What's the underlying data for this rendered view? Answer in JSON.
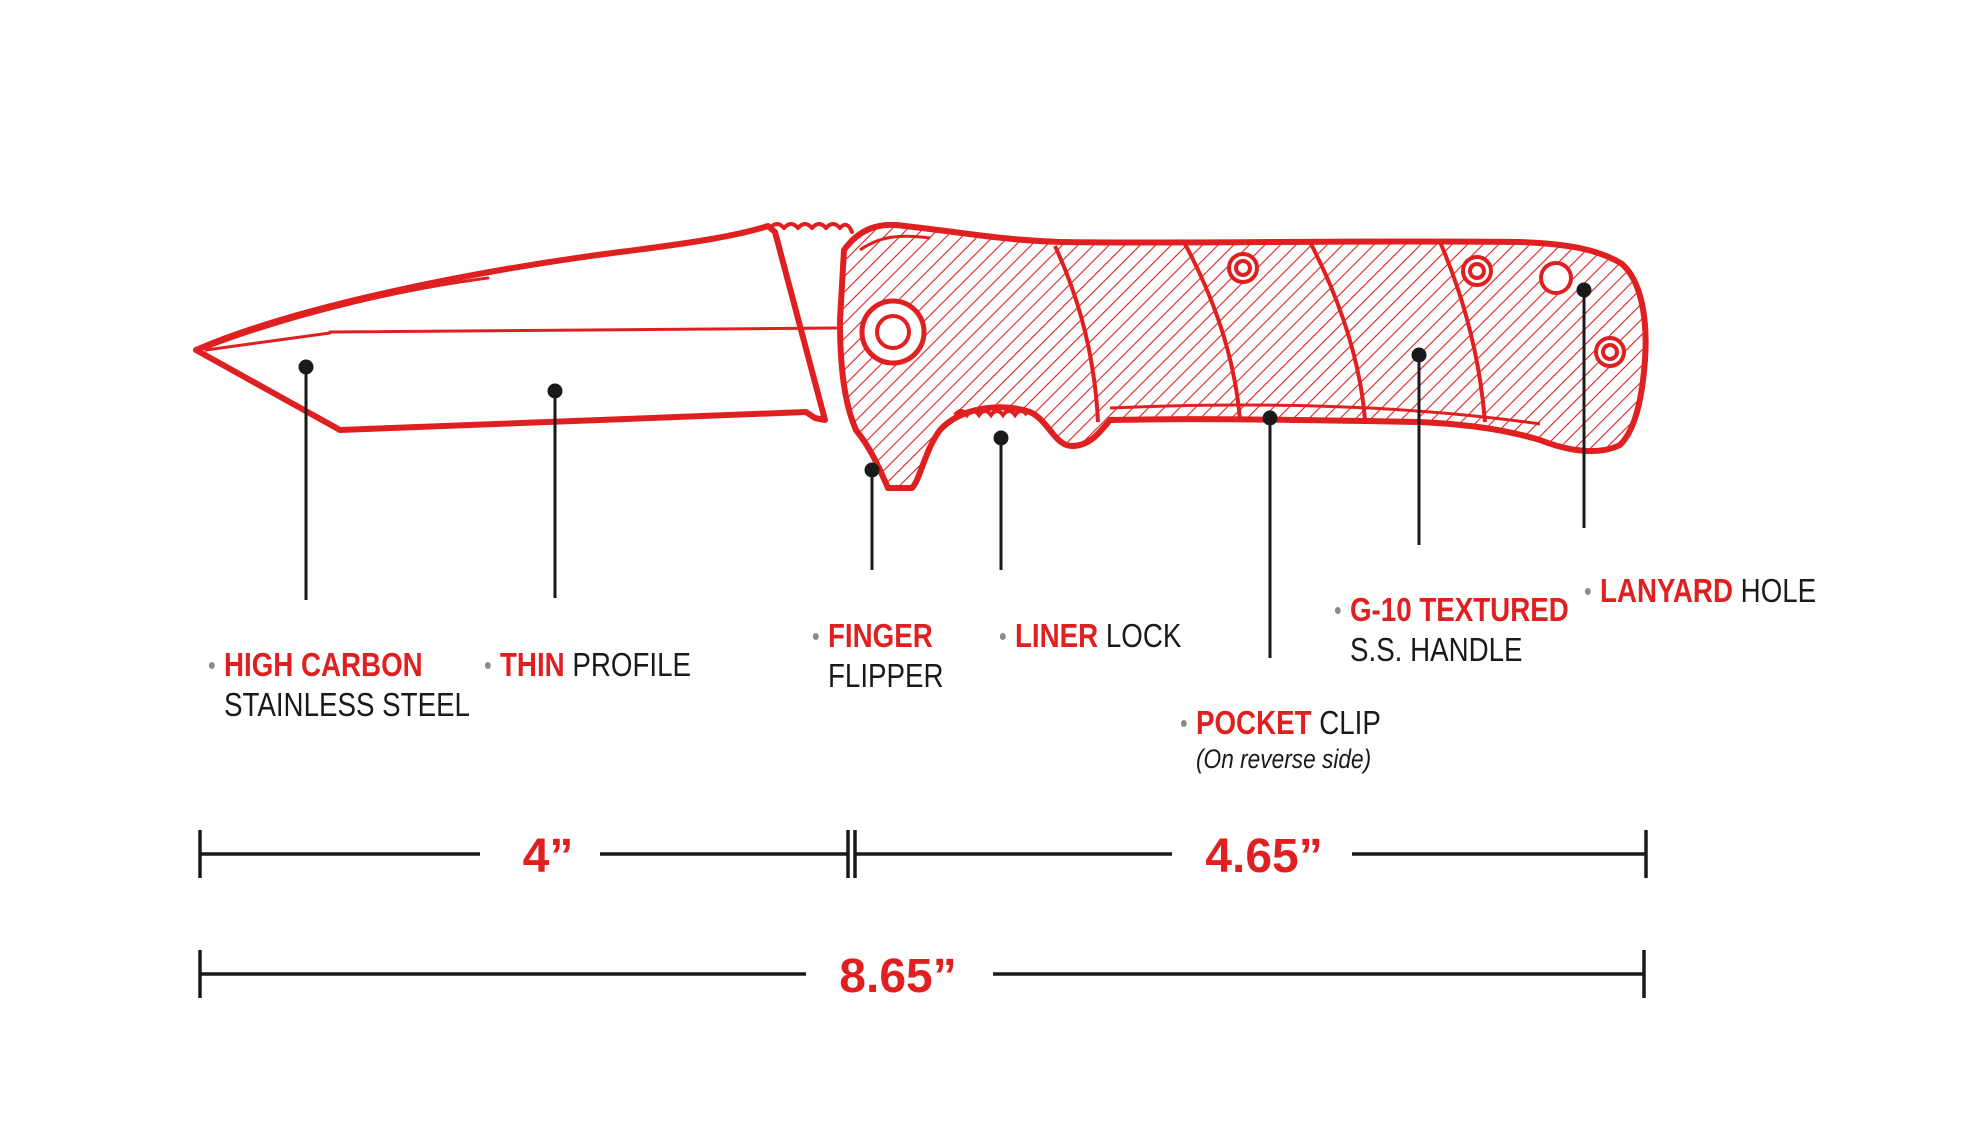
{
  "colors": {
    "outline": "#e02020",
    "hatch": "#e02020",
    "text": "#1a1a1a",
    "bullet": "#8a8a8a",
    "dimension_line": "#1a1a1a"
  },
  "callouts": {
    "high_carbon": {
      "red": "HIGH CARBON",
      "rest": "",
      "line2": "STAINLESS STEEL"
    },
    "thin_profile": {
      "red": "THIN",
      "rest": " PROFILE"
    },
    "finger_flipper": {
      "red": "FINGER",
      "rest": "",
      "line2": "FLIPPER"
    },
    "liner_lock": {
      "red": "LINER",
      "rest": " LOCK"
    },
    "pocket_clip": {
      "red": "POCKET",
      "rest": " CLIP",
      "note": "(On reverse side)"
    },
    "g10_handle": {
      "red": "G-10 TEXTURED",
      "rest": "",
      "line2": "S.S. HANDLE"
    },
    "lanyard_hole": {
      "red": "LANYARD",
      "rest": " HOLE"
    }
  },
  "dimensions": {
    "blade": "4”",
    "handle": "4.65”",
    "overall": "8.65”"
  }
}
